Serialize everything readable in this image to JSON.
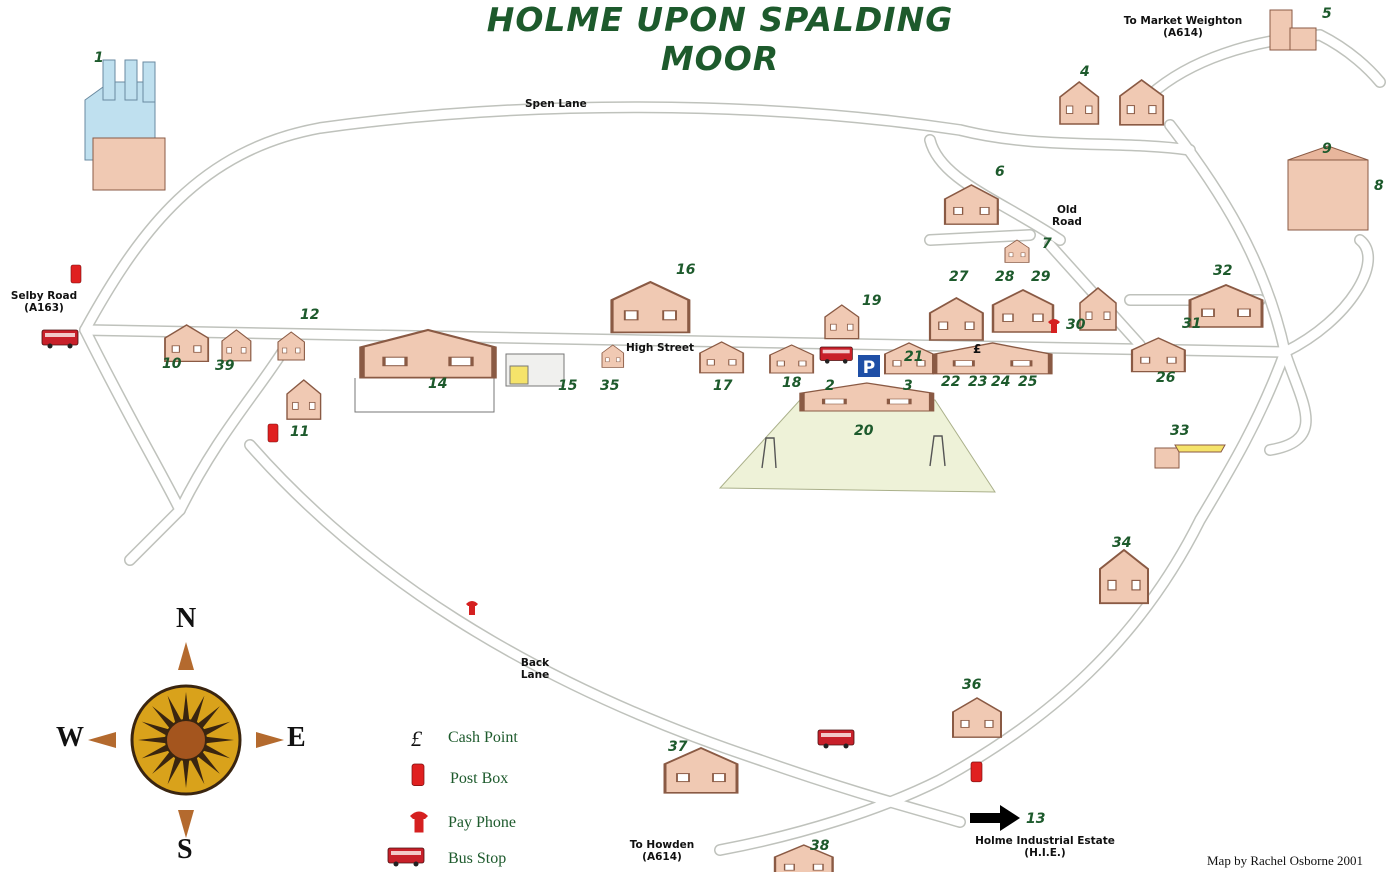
{
  "title": "HOLME UPON SPALDING MOOR",
  "roads": {
    "spen_lane": "Spen Lane",
    "high_street": "High Street",
    "back_lane": "Back Lane",
    "old_road": "Old Road",
    "selby_road": "Selby Road (A163)",
    "to_market_weighton": "To Market Weighton (A614)",
    "to_howden": "To Howden (A614)",
    "holme_industrial_estate": "Holme Industrial Estate (H.I.E.)"
  },
  "locations": [
    "1",
    "2",
    "3",
    "4",
    "5",
    "6",
    "7",
    "8",
    "9",
    "10",
    "11",
    "12",
    "13",
    "14",
    "15",
    "16",
    "17",
    "18",
    "19",
    "20",
    "21",
    "22",
    "23",
    "24",
    "25",
    "26",
    "27",
    "28",
    "29",
    "30",
    "31",
    "32",
    "33",
    "34",
    "35",
    "36",
    "37",
    "38",
    "39"
  ],
  "legend": {
    "cash_point": "Cash Point",
    "cash_symbol": "£",
    "post_box": "Post Box",
    "pay_phone": "Pay Phone",
    "bus_stop": "Bus Stop"
  },
  "compass": {
    "n": "N",
    "s": "S",
    "e": "E",
    "w": "W"
  },
  "parking_symbol": "P",
  "credit": "Map by Rachel Osborne 2001",
  "colors": {
    "title_green": "#1d5a2c",
    "road": "#d2d4cf",
    "building": "#f0c9b3",
    "post_box": "#e02020",
    "bus": "#c8202a",
    "field": "#eef2d8",
    "compass_gold": "#d9a21b",
    "parking_blue": "#1f4fa6"
  }
}
